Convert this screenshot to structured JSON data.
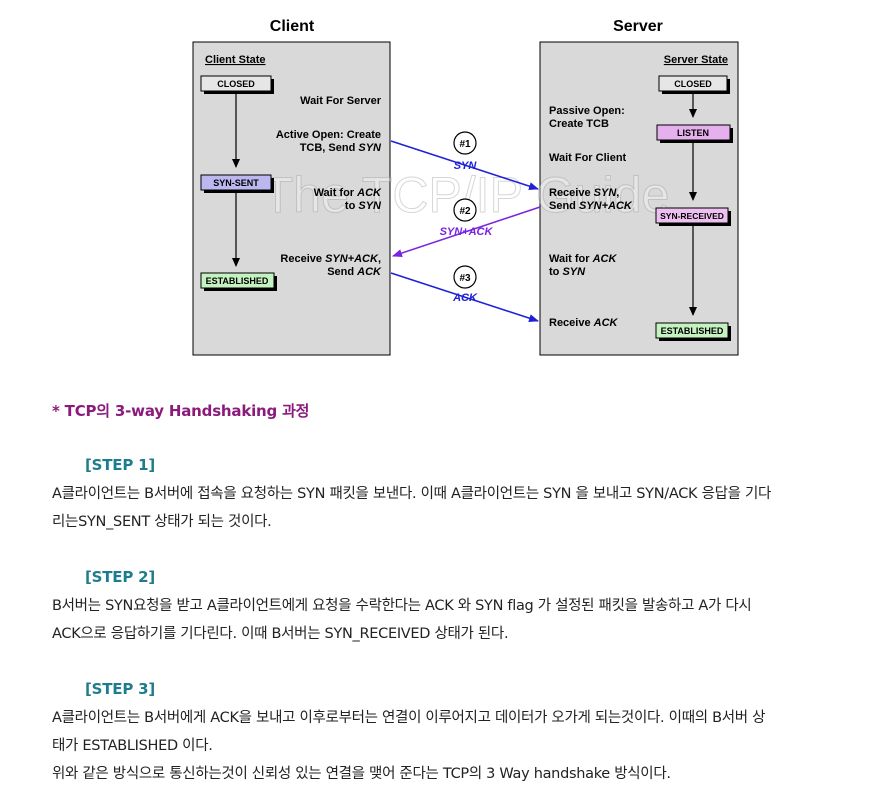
{
  "diagram": {
    "client_title": "Client",
    "server_title": "Server",
    "client_state_label": "Client State",
    "server_state_label": "Server State",
    "watermark": "The TCP/IP Guide",
    "client_states": [
      "CLOSED",
      "SYN-SENT",
      "ESTABLISHED"
    ],
    "server_states": [
      "CLOSED",
      "LISTEN",
      "SYN-RECEIVED",
      "ESTABLISHED"
    ],
    "client_notes": {
      "wait_server": "Wait For Server",
      "active_open_1": "Active Open: Create",
      "active_open_2a": "TCB, Send ",
      "active_open_2b": "SYN",
      "wait_ack_1a": "Wait for ",
      "wait_ack_1b": "ACK",
      "wait_ack_2a": "to ",
      "wait_ack_2b": "SYN",
      "receive_1a": "Receive ",
      "receive_1b": "SYN+ACK",
      "receive_1c": ",",
      "receive_2a": "Send ",
      "receive_2b": "ACK"
    },
    "server_notes": {
      "passive_1": "Passive Open:",
      "passive_2": "Create TCB",
      "wait_client": "Wait For Client",
      "receive_syn_1a": "Receive ",
      "receive_syn_1b": "SYN",
      "receive_syn_1c": ",",
      "receive_syn_2a": "Send ",
      "receive_syn_2b": "SYN+ACK",
      "wait_ack_1a": "Wait for ",
      "wait_ack_1b": "ACK",
      "wait_ack_2a": "to ",
      "wait_ack_2b": "SYN",
      "receive_ack_a": "Receive ",
      "receive_ack_b": "ACK"
    },
    "messages": [
      {
        "num": "#1",
        "label": "SYN"
      },
      {
        "num": "#2",
        "label": "SYN+ACK"
      },
      {
        "num": "#3",
        "label": "ACK"
      }
    ],
    "colors": {
      "panel": "#d9d9d9",
      "closed": "#e6e6e6",
      "syn_sent": "#bdb7f0",
      "listen": "#e6b0ee",
      "syn_received": "#ecc0f0",
      "established": "#c4f2c0",
      "blue_arrow": "#1f1fd8",
      "purple_arrow": "#7a22e0"
    }
  },
  "article": {
    "section_title": "* TCP의 3-way Handshaking 과정",
    "steps": [
      {
        "title": "[STEP 1]",
        "lines": [
          "A클라이언트는 B서버에 접속을 요청하는 SYN 패킷을 보낸다. 이때 A클라이언트는 SYN 을 보내고 SYN/ACK 응답을 기다",
          "리는SYN_SENT 상태가 되는 것이다."
        ]
      },
      {
        "title": "[STEP 2]",
        "lines": [
          "B서버는 SYN요청을 받고 A클라이언트에게 요청을 수락한다는 ACK 와 SYN flag 가 설정된 패킷을 발송하고 A가 다시",
          "ACK으로 응답하기를 기다린다. 이때 B서버는 SYN_RECEIVED 상태가 된다."
        ]
      },
      {
        "title": "[STEP 3]",
        "lines": [
          "A클라이언트는 B서버에게 ACK을 보내고 이후로부터는 연결이 이루어지고 데이터가 오가게 되는것이다. 이때의 B서버 상",
          "태가 ESTABLISHED 이다.",
          "위와 같은 방식으로 통신하는것이 신뢰성 있는 연결을 맺어 준다는 TCP의 3 Way handshake 방식이다."
        ]
      }
    ]
  }
}
